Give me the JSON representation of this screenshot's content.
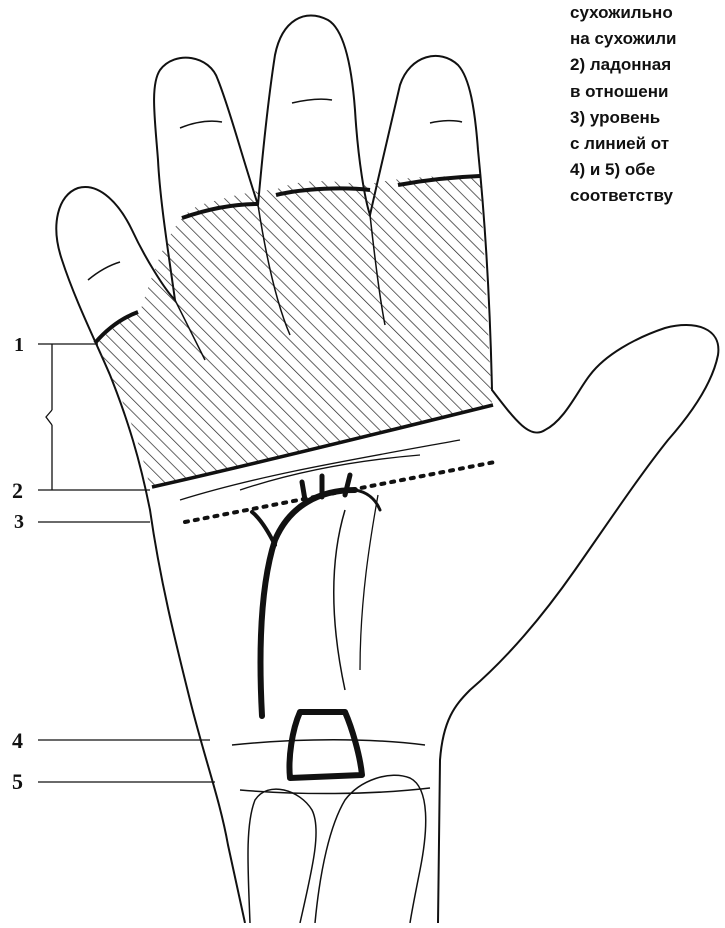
{
  "caption": {
    "lines": [
      "сухожильно",
      "на сухожили",
      "2) ладонная",
      "в отношени",
      "3) уровень",
      "с линией от",
      "4) и 5) обе",
      "соответству"
    ]
  },
  "labels": {
    "level_1": "1",
    "level_2": "2",
    "level_3": "3",
    "level_4": "4",
    "level_5": "5"
  },
  "colors": {
    "ink": "#111111",
    "background": "#ffffff"
  }
}
